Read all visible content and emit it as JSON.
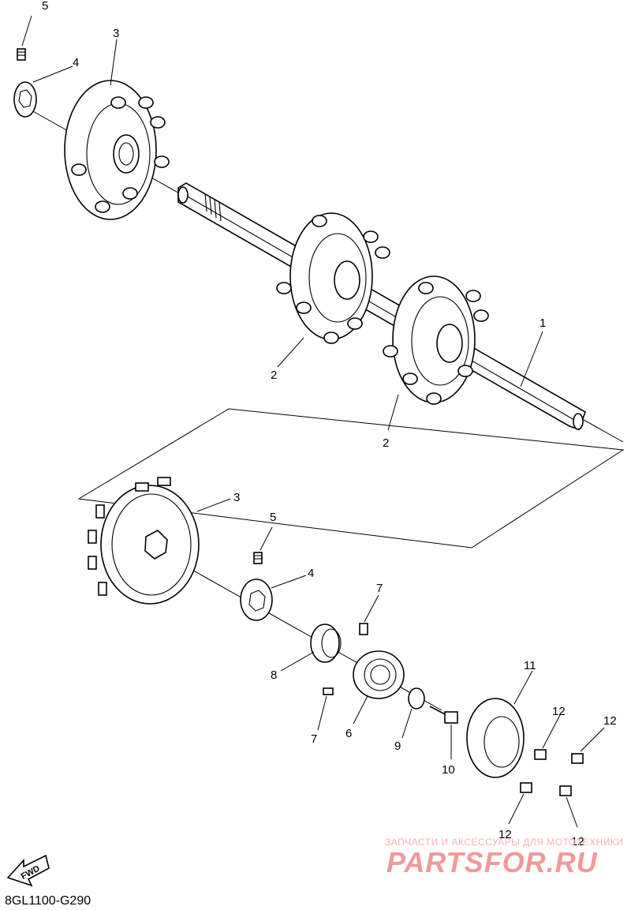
{
  "diagram": {
    "code": "8GL1100-G290",
    "fwd_label": "FWD",
    "callouts": {
      "c1": "1",
      "c2a": "2",
      "c2b": "2",
      "c3a": "3",
      "c3b": "3",
      "c4a": "4",
      "c4b": "4",
      "c5a": "5",
      "c5b": "5",
      "c6": "6",
      "c7a": "7",
      "c7b": "7",
      "c8": "8",
      "c9": "9",
      "c10": "10",
      "c11": "11",
      "c12a": "12",
      "c12b": "12",
      "c12c": "12",
      "c12d": "12"
    }
  },
  "watermark": {
    "tagline": "ЗАПЧАСТИ И АКСЕССУАРЫ ДЛЯ МОТОТЕХНИКИ",
    "brand": "PARTSFOR.RU"
  }
}
